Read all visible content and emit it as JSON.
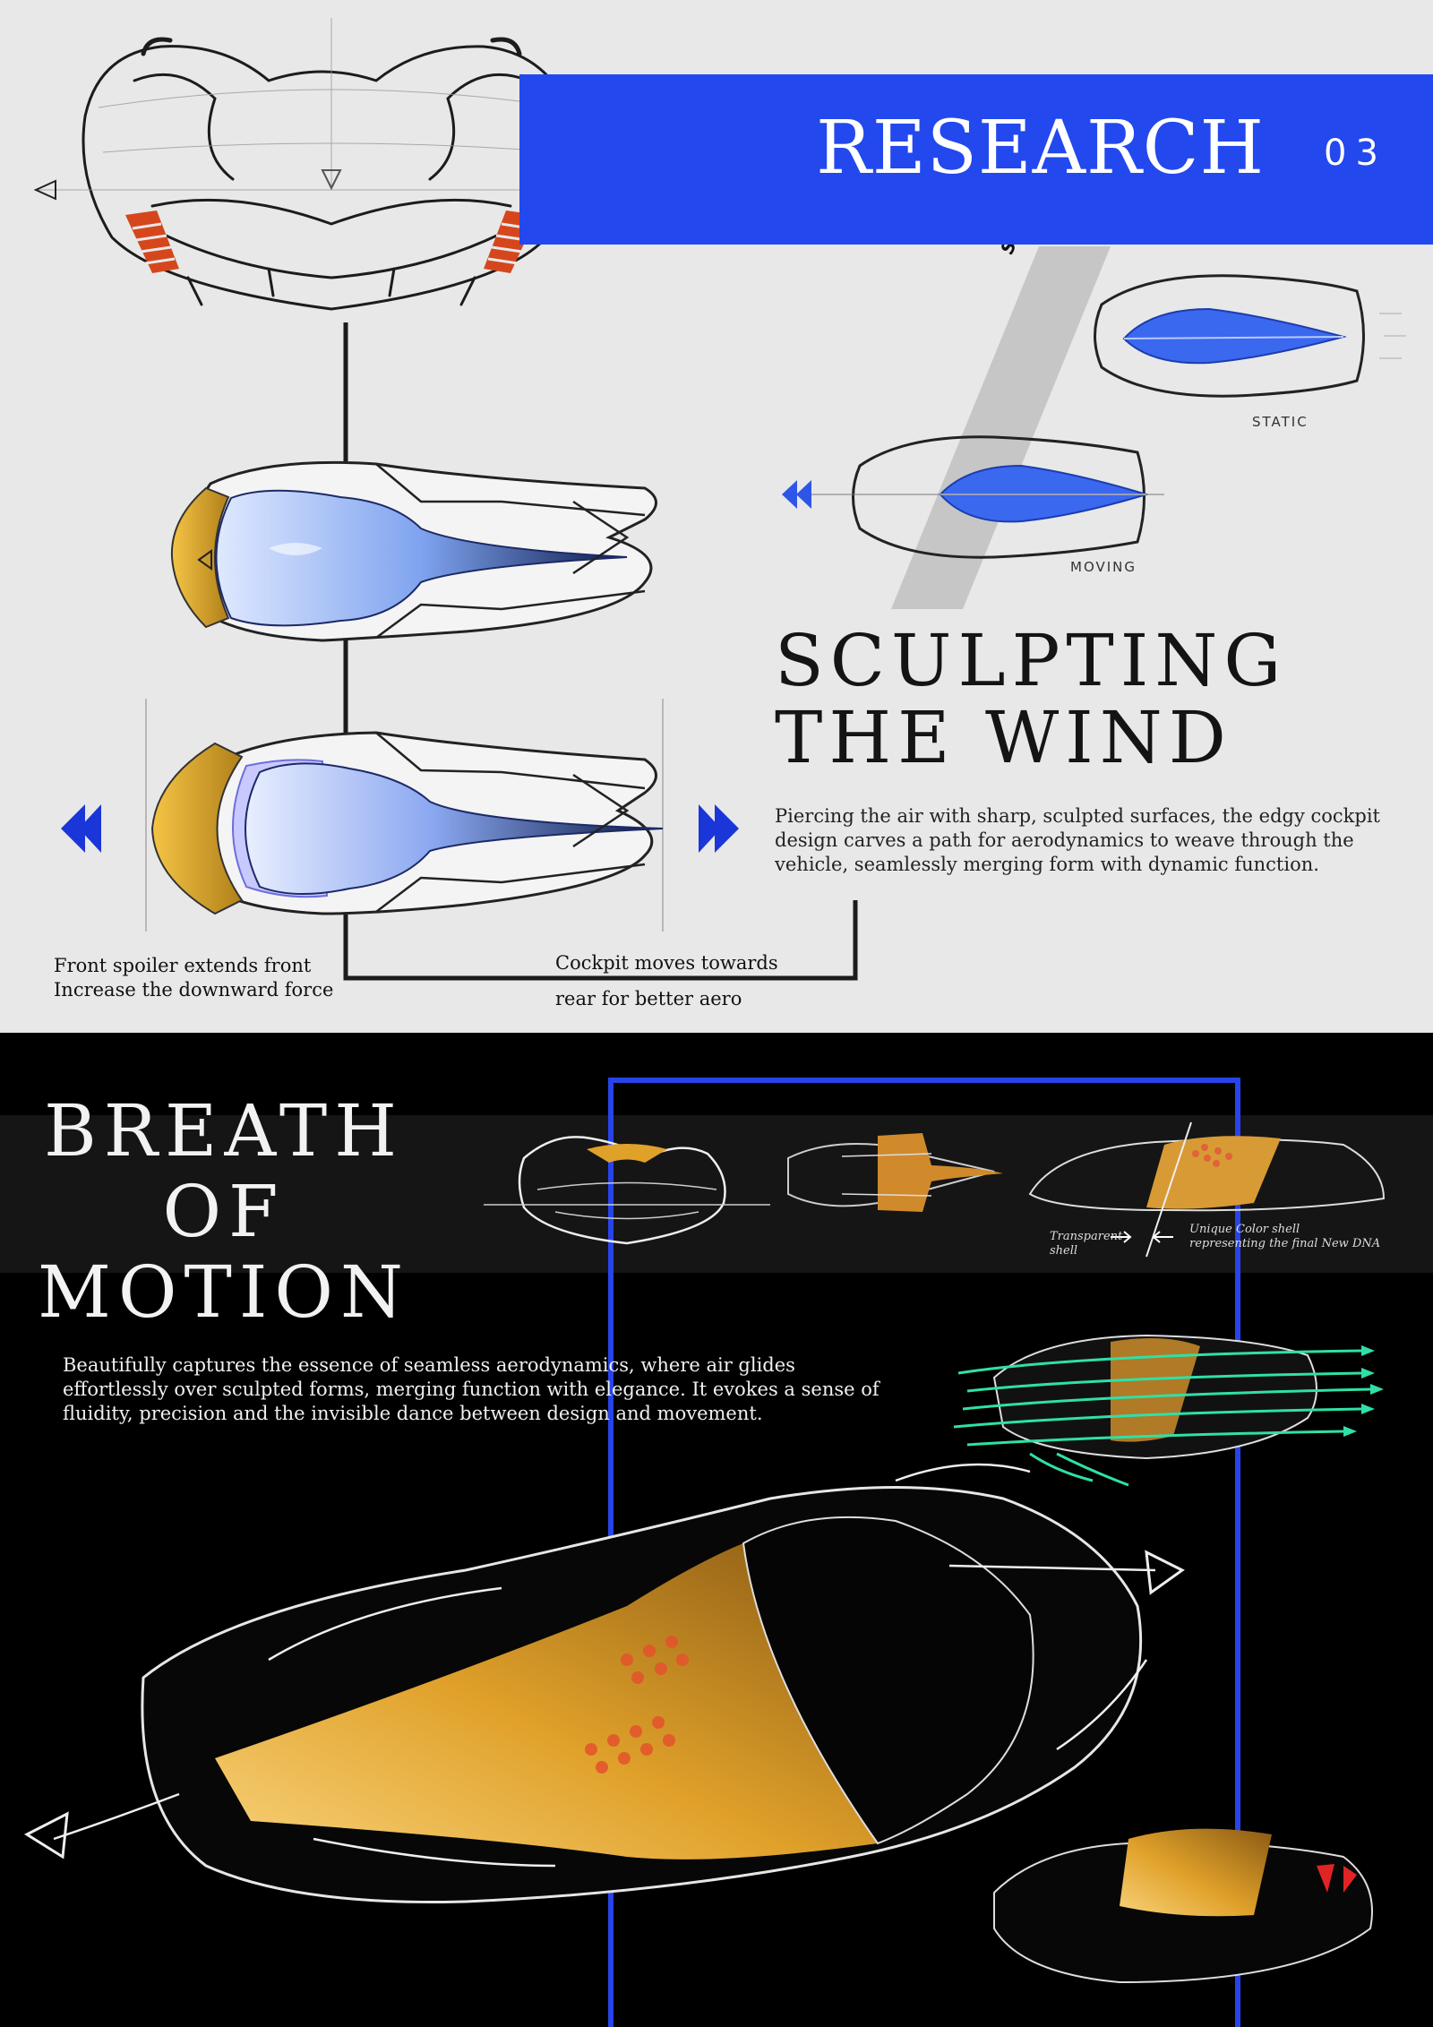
{
  "research": {
    "title": "RESEARCH",
    "number": "03",
    "accent_color": "#2348ee"
  },
  "sculpting": {
    "headline": [
      "SCULPTING",
      "THE WIND"
    ],
    "description": "Piercing the air with sharp, sculpted surfaces, the edgy cockpit design carves a path for aerodynamics to weave through the vehicle, seamlessly merging form with dynamic function.",
    "labels": {
      "start": "START",
      "static": "STATIC",
      "moving": "MOVING"
    },
    "notes": {
      "spoiler": [
        "Front spoiler extends front",
        "Increase the downward force"
      ],
      "cockpit": [
        "Cockpit  moves towards",
        "rear for better aero"
      ]
    }
  },
  "breath": {
    "headline": [
      "BREATH",
      "OF",
      "MOTION"
    ],
    "description": "Beautifully captures the essence of seamless aerodynamics, where air glides effortlessly over sculpted forms, merging function with elegance. It evokes a sense of fluidity, precision and the invisible dance between design and movement.",
    "annotations": {
      "transparent_shell": [
        "Transparent",
        "shell"
      ],
      "unique_shell": [
        "Unique Color shell",
        "representing the final New DNA"
      ]
    },
    "colors": {
      "shell_gold": "#e0a12a",
      "airflow": "#2fe0a8",
      "frame_blue": "#2844e8"
    }
  }
}
